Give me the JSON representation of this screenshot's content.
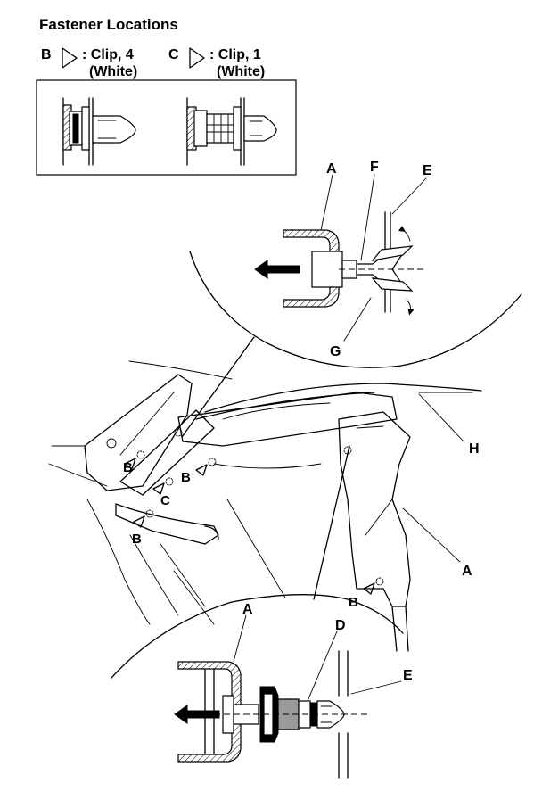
{
  "title": "Fastener Locations",
  "legend": {
    "b_letter": "B",
    "b_text_line1": ": Clip, 4",
    "b_text_line2": "(White)",
    "c_letter": "C",
    "c_text_line1": ": Clip, 1",
    "c_text_line2": "(White)"
  },
  "callouts": {
    "top_detail": {
      "a": "A",
      "f": "F",
      "e": "E",
      "g": "G"
    },
    "main": {
      "h": "H",
      "a": "A",
      "b1": "B",
      "b2": "B",
      "b3": "B",
      "b4": "B",
      "c": "C"
    },
    "bottom_detail": {
      "a": "A",
      "d": "D",
      "e": "E"
    }
  }
}
